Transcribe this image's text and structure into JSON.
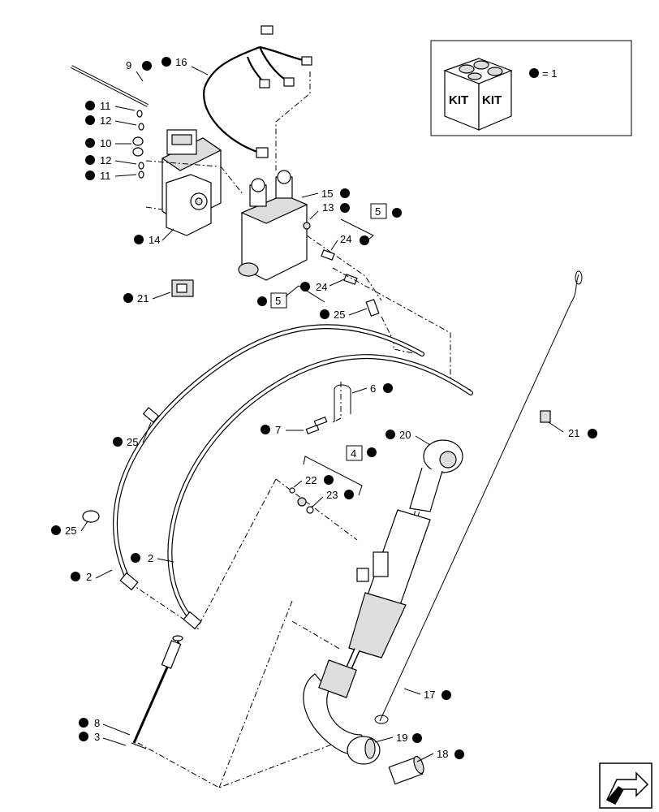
{
  "kit": {
    "label_left": "KIT",
    "label_right": "KIT",
    "equals": "= 1"
  },
  "callouts": [
    {
      "id": "c9",
      "text": "9"
    },
    {
      "id": "c16",
      "text": "16"
    },
    {
      "id": "c11a",
      "text": "11"
    },
    {
      "id": "c12a",
      "text": "12"
    },
    {
      "id": "c10",
      "text": "10"
    },
    {
      "id": "c12b",
      "text": "12"
    },
    {
      "id": "c11b",
      "text": "11"
    },
    {
      "id": "c15",
      "text": "15"
    },
    {
      "id": "c13",
      "text": "13"
    },
    {
      "id": "c14",
      "text": "14"
    },
    {
      "id": "c24a",
      "text": "24"
    },
    {
      "id": "c24b",
      "text": "24"
    },
    {
      "id": "c21a",
      "text": "21"
    },
    {
      "id": "c25a",
      "text": "25"
    },
    {
      "id": "c6",
      "text": "6"
    },
    {
      "id": "c7",
      "text": "7"
    },
    {
      "id": "c25b",
      "text": "25"
    },
    {
      "id": "c20",
      "text": "20"
    },
    {
      "id": "c21b",
      "text": "21"
    },
    {
      "id": "c22",
      "text": "22"
    },
    {
      "id": "c23",
      "text": "23"
    },
    {
      "id": "c25c",
      "text": "25"
    },
    {
      "id": "c2a",
      "text": "2"
    },
    {
      "id": "c2b",
      "text": "2"
    },
    {
      "id": "c17",
      "text": "17"
    },
    {
      "id": "c8",
      "text": "8"
    },
    {
      "id": "c3",
      "text": "3"
    },
    {
      "id": "c19",
      "text": "19"
    },
    {
      "id": "c18",
      "text": "18"
    }
  ],
  "boxed": [
    {
      "id": "b5a",
      "text": "5"
    },
    {
      "id": "b5b",
      "text": "5"
    },
    {
      "id": "b4",
      "text": "4"
    }
  ],
  "icons": {
    "bullet": "filled-circle",
    "nav": "next-page-arrow-icon"
  }
}
